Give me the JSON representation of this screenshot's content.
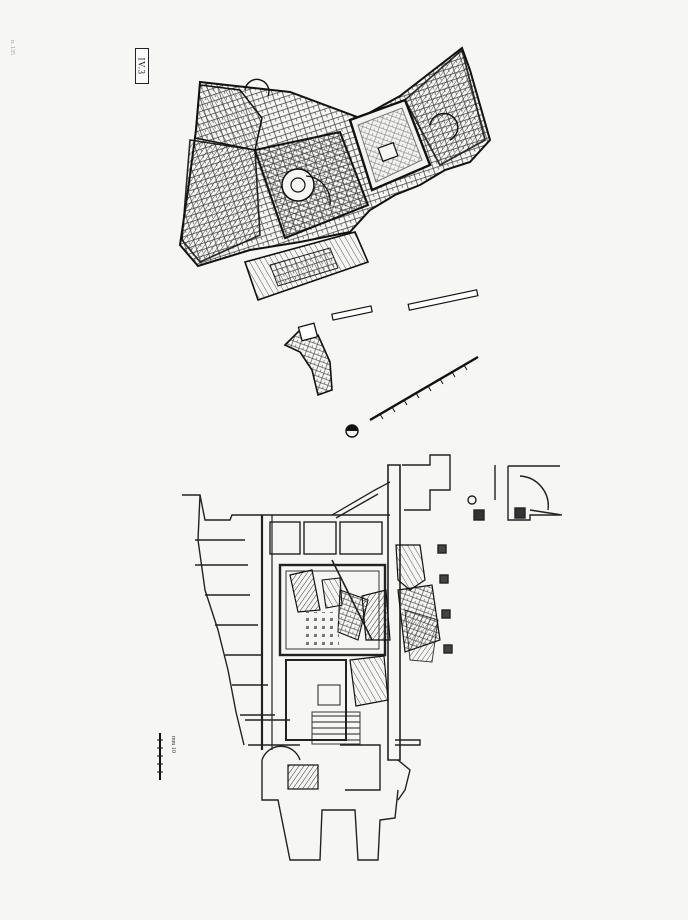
{
  "sheet": {
    "plate_label": "IV.3",
    "corner_note": "n. 135",
    "lower_scale_label": "mm  10"
  },
  "colors": {
    "paper": "#f6f6f4",
    "ink": "#1a1a1a",
    "hatch": "#555555",
    "faint": "#8a8a8a"
  }
}
